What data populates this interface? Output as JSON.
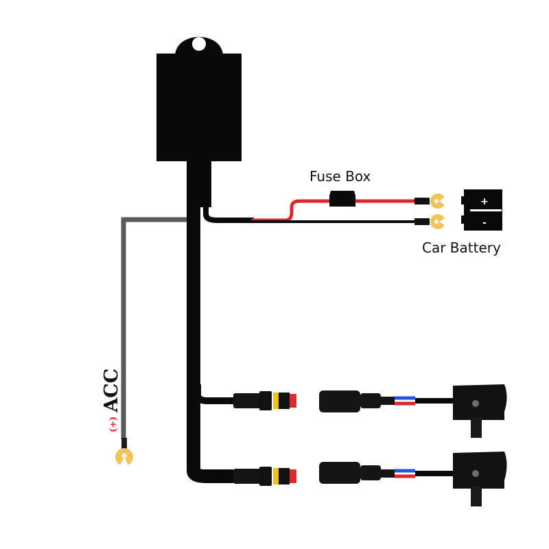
{
  "labels": {
    "fuse_box": "Fuse Box",
    "car_battery": "Car Battery",
    "acc": "ACC",
    "acc_polarity": "(+)",
    "battery_plus": "+",
    "battery_minus": "-"
  },
  "colors": {
    "harness": "#0a0a0a",
    "positive_wire": "#e0242a",
    "acc_wire": "#5a5a5a",
    "ring_terminal": "#f2c35a",
    "connector_accent": "#f0c020",
    "connector_red": "#d62c2c",
    "wire_blue": "#2255dd"
  },
  "icons": [
    "relay-module-icon",
    "fuse-icon",
    "ring-terminal-icon",
    "battery-icon",
    "waterproof-connector-icon",
    "led-light-pod-icon"
  ]
}
